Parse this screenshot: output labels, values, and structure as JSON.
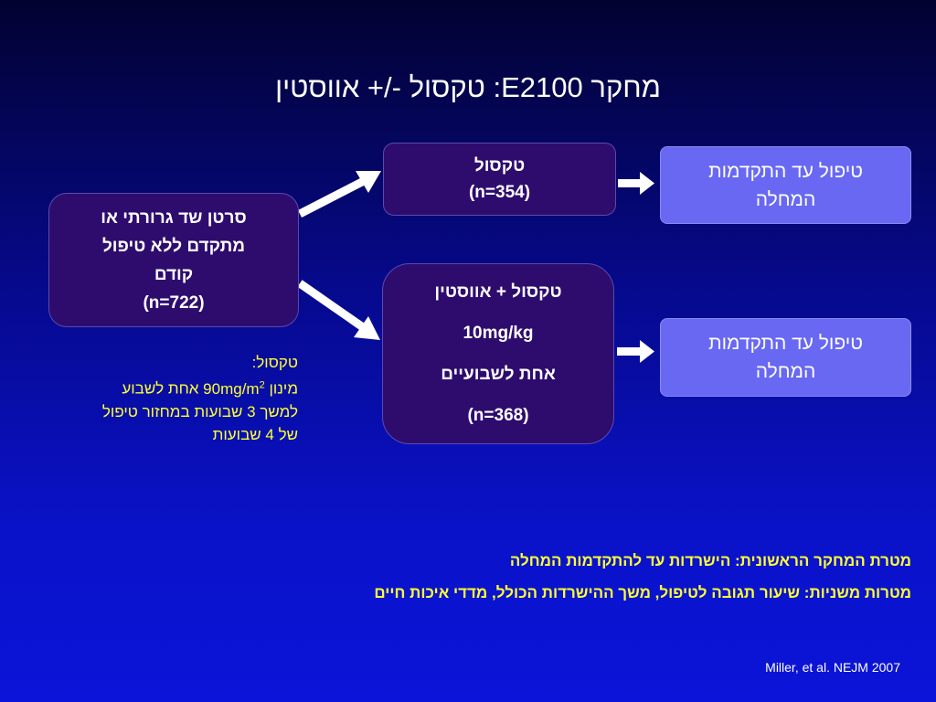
{
  "title": "מחקר E2100: טקסול -/+ אווסטין",
  "population_box": {
    "line1": "סרטן  שד גרורתי או",
    "line2": "מתקדם ללא טיפול",
    "line3": "קודם",
    "n": "(n=722)"
  },
  "dosing_note": {
    "heading": "טקסול:",
    "line1_prefix": "מינון",
    "line1_dose": "90mg/m",
    "line1_sup": "2",
    "line1_suffix": "אחת לשבוע",
    "line2": "למשך 3 שבועות במחזור טיפול",
    "line3": "של 4 שבועות"
  },
  "arm_paclitaxel": {
    "label": "טקסול",
    "n": "(n=354)"
  },
  "arm_combo": {
    "label": "טקסול + אווסטין",
    "dose": "10mg/kg",
    "frequency": "אחת לשבועיים",
    "n": "(n=368)"
  },
  "outcome_1": {
    "line1": "טיפול עד התקדמות",
    "line2": "המחלה"
  },
  "outcome_2": {
    "line1": "טיפול עד התקדמות",
    "line2": "המחלה"
  },
  "objectives": {
    "primary": "מטרת המחקר הראשונית: הישרדות עד להתקדמות המחלה",
    "secondary": "מטרות משניות: שיעור תגובה לטיפול, משך ההישרדות הכולל, מדדי איכות חיים"
  },
  "citation": "Miller, et al. NEJM 2007",
  "colors": {
    "background_top": "#020230",
    "background_bottom": "#0b14d8",
    "arm_box": "#2e0c6e",
    "outcome_box": "#6868f2",
    "highlight_text": "#ffff33",
    "arrow": "#ffffff"
  }
}
